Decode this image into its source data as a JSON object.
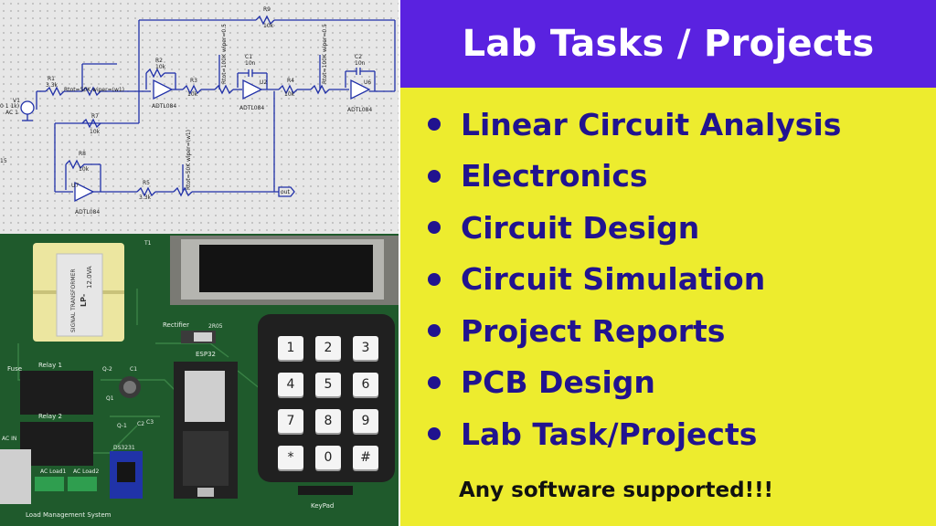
{
  "header": {
    "title": "Lab Tasks / Projects"
  },
  "tasks": [
    "Linear Circuit Analysis",
    "Electronics",
    "Circuit Design",
    "Circuit Simulation",
    "Project Reports",
    "PCB Design",
    "Lab Task/Projects"
  ],
  "footer_note": "Any software supported!!!",
  "schematic": {
    "labels": {
      "r1": "R1",
      "r1v": "3.3k",
      "r2": "R2",
      "r2v": "10k",
      "r3": "R3",
      "r3v": "10k",
      "r4": "R4",
      "r4v": "10k",
      "r5": "R5",
      "r5v": "3.3k",
      "r7": "R7",
      "r7v": "10k",
      "r8": "R8",
      "r8v": "10k",
      "r9": "R9",
      "r9v": "10k",
      "c1": "C1",
      "c1v": "10n",
      "c2": "C2",
      "c2v": "10n",
      "v1": "V1",
      "v1v": "AC 1",
      "v1s": "0 1 1k)",
      "u2": "U2",
      "u4": "U4",
      "u6": "U6",
      "u7": "U7",
      "op1": "ADTL084",
      "op2": "ADTL084",
      "op3": "ADTL084",
      "op4": "ADTL084",
      "pot1": "Rtot=50K wiper=(w1)",
      "pot2": "Rtot=100K wiper=0.5",
      "pot3": "Rtot=100K wiper=0.5",
      "pot4": "Rtot=50K wiper=(w1)",
      "out": "out",
      "side": "15"
    }
  },
  "pcb": {
    "labels": {
      "transformer": "SIGNAL TRANSFORMER",
      "transformer_model": "LP-",
      "transformer_rating": "12.0VA",
      "rectifier": "Rectifier",
      "rectifier_part": "2R05",
      "esp32": "ESP32",
      "fuse": "Fuse",
      "relay1": "Relay 1",
      "relay2": "Relay 2",
      "q2": "Q-2",
      "c1": "C1",
      "q1": "Q1",
      "q1b": "Q-1",
      "c2": "C2",
      "c3": "C3",
      "ds3231": "DS3231",
      "acload1": "AC Load1",
      "acload2": "AC Load2",
      "acin": "AC IN",
      "t1": "T1",
      "keypad": "KeyPad",
      "title": "Load Management System"
    },
    "keypad_keys": [
      "1",
      "2",
      "3",
      "4",
      "5",
      "6",
      "7",
      "8",
      "9",
      "*",
      "0",
      "#"
    ]
  },
  "colors": {
    "header_bg": "#5a22e0",
    "panel_bg": "#edec2e",
    "task_text": "#21138f",
    "schematic_wire": "#1f2fa8",
    "pcb_green": "#1f5a2c"
  }
}
